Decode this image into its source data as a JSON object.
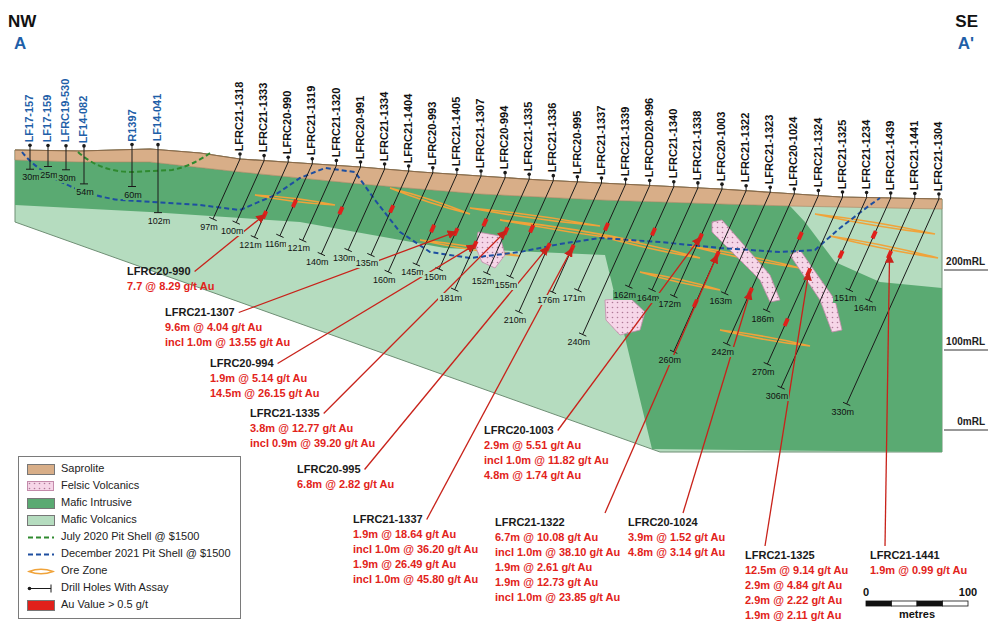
{
  "diagram": {
    "labels": [
      "NW",
      "A",
      "SE",
      "A'",
      "LF17-157",
      "LF17-159",
      "LFRC19-530",
      "LF14-082",
      "R1397",
      "LF14-041",
      "LFRC21-1318",
      "LFRC21-1333",
      "LFRC20-990",
      "LFRC21-1319",
      "LFRC21-1320",
      "LFRC20-991",
      "LFRC21-1334",
      "LFRC21-1404",
      "LFRC20-993",
      "LFRC21-1405",
      "LFRC21-1307",
      "LFRC20-994",
      "LFRC21-1335",
      "LFRC21-1336",
      "LFRC20-995",
      "LFRC21-1337",
      "LFRC21-1339",
      "LFRCDD20-996",
      "LFRC21-1340",
      "LFRC21-1338",
      "LFRC20-1003",
      "LFRC21-1322",
      "LFRC21-1323",
      "LFRC20-1024",
      "LFRC21-1324",
      "LFRC21-1325",
      "LFRC21-1234",
      "LFRC21-1439",
      "LFRC21-1441",
      "LFRC21-1304",
      "30m",
      "25m",
      "30m",
      "54m",
      "60m",
      "102m",
      "97m",
      "100m",
      "121m",
      "116m",
      "121m",
      "140m",
      "130m",
      "135m",
      "160m",
      "145m",
      "150m",
      "181m",
      "152m",
      "155m",
      "210m",
      "176m",
      "171m",
      "240m",
      "162m",
      "164m",
      "172m",
      "260m",
      "163m",
      "242m",
      "186m",
      "270m",
      "306m",
      "151m",
      "164m",
      "330m",
      "200mRL",
      "100mRL",
      "0mRL",
      "LFRC20-990",
      "7.7 @ 8.29 g/t Au",
      "LFRC21-1307",
      "9.6m @ 4.04 g/t Au",
      "incl 1.0m @ 13.55 g/t Au",
      "LFRC20-994",
      "1.9m @ 5.14 g/t Au",
      "14.5m @ 26.15 g/t Au",
      "LFRC21-1335",
      "3.8m @ 12.77 g/t Au",
      "incl 0.9m @ 39.20 g/t Au",
      "LFRC20-995",
      "6.8m @ 2.82 g/t Au",
      "LFRC21-1337",
      "1.9m @ 18.64 g/t Au",
      "incl 1.0m @ 36.20 g/t Au",
      "1.9m @ 26.49 g/t Au",
      "incl 1.0m @ 45.80 g/t Au",
      "LFRC20-1003",
      "2.9m @ 5.51 g/t Au",
      "incl 1.0m @ 11.82 g/t Au",
      "4.8m @ 1.74 g/t Au",
      "LFRC21-1322",
      "6.7m @ 10.08 g/t Au",
      "incl 1.0m @ 38.10 g/t Au",
      "1.9m @ 2.61 g/t Au",
      "1.9m @ 12.73 g/t Au",
      "incl 1.0m @ 23.85 g/t Au",
      "LFRC20-1024",
      "3.9m @ 1.52 g/t Au",
      "4.8m @ 3.14 g/t Au",
      "LFRC21-1325",
      "12.5m @ 9.14 g/t Au",
      "2.9m @ 4.84 g/t Au",
      "2.9m @ 2.22 g/t Au",
      "1.9m @ 2.11 g/t Au",
      "LFRC21-1441",
      "1.9m @ 0.99 g/t Au",
      "0",
      "100",
      "metres"
    ],
    "legend": [
      {
        "text": "Saprolite",
        "color": "#d8ae88"
      },
      {
        "text": "Felsic Volcanics"
      },
      {
        "text": "Mafic Intrusive",
        "color": "#5aaa72"
      },
      {
        "text": "Mafic Volcanics",
        "color": "#b5dcbf"
      },
      {
        "text": "July 2020 Pit Shell @ $1500"
      },
      {
        "text": "December 2021 Pit Shell @ $1500"
      },
      {
        "text": "Ore Zone"
      },
      {
        "text": "Drill Holes With Assay"
      },
      {
        "text": "Au Value > 0.5 g/t",
        "color": "#e0201b"
      }
    ]
  }
}
